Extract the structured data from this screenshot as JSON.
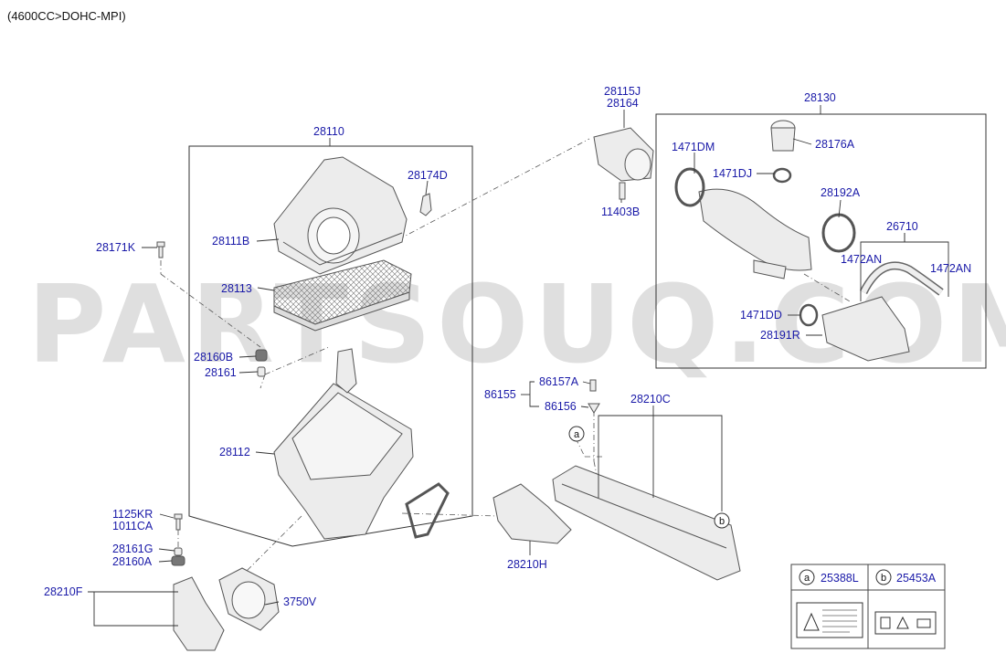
{
  "header": {
    "title": "(4600CC>DOHC-MPI)"
  },
  "watermark": "PARTSOUQ.COM",
  "colors": {
    "link": "#1a1aa8",
    "line": "#333333",
    "part_stroke": "#555555",
    "part_fill": "#e9e9e9"
  },
  "parts": {
    "p28110": "28110",
    "p28174D": "28174D",
    "p28111B": "28111B",
    "p28171K": "28171K",
    "p28113": "28113",
    "p28160B": "28160B",
    "p28161": "28161",
    "p28112": "28112",
    "p1125KR": "1125KR",
    "p1011CA": "1011CA",
    "p28161G": "28161G",
    "p28160A": "28160A",
    "p28210F": "28210F",
    "p3750V": "3750V",
    "p28115J": "28115J",
    "p28164": "28164",
    "p11403B": "11403B",
    "p28130": "28130",
    "p1471DM": "1471DM",
    "p1471DJ": "1471DJ",
    "p28176A": "28176A",
    "p28192A": "28192A",
    "p26710": "26710",
    "p1472AN_a": "1472AN",
    "p1472AN_b": "1472AN",
    "p1471DD": "1471DD",
    "p28191R": "28191R",
    "p86155": "86155",
    "p86157A": "86157A",
    "p86156": "86156",
    "p28210C": "28210C",
    "p28210H": "28210H"
  },
  "callouts": {
    "a": "a",
    "b": "b"
  },
  "legend": {
    "a_code": "25388L",
    "b_code": "25453A"
  }
}
